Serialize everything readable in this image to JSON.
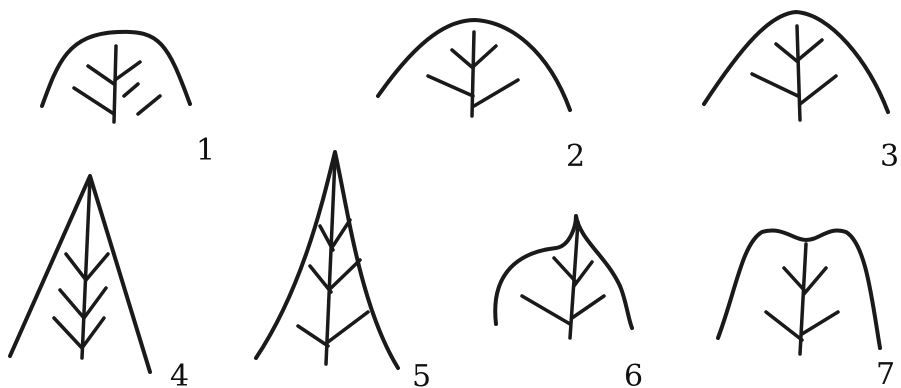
{
  "figures": [
    {
      "label": "1"
    },
    {
      "label": "2"
    },
    {
      "label": "3"
    },
    {
      "label": "4"
    },
    {
      "label": "5"
    },
    {
      "label": "6"
    },
    {
      "label": "7"
    }
  ]
}
